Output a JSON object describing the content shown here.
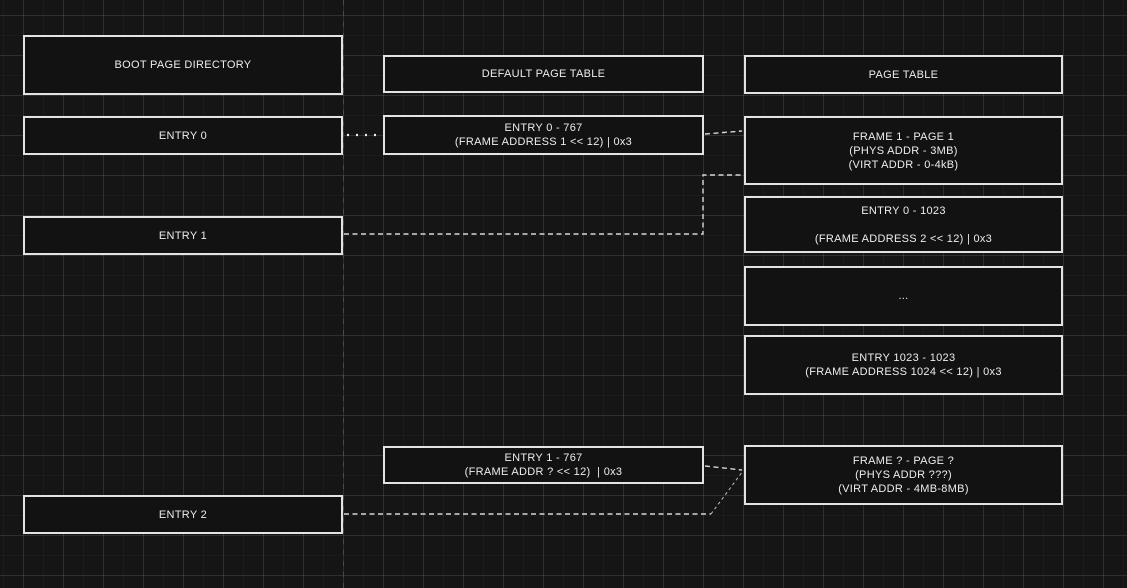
{
  "colors": {
    "background": "#151515",
    "grid_minor": "#1c1c1c",
    "grid_major": "#2c2c2c",
    "box_fill": "#121212",
    "box_border": "#e3e3e3",
    "text": "#ededed",
    "connector": "#d6d6d6",
    "guide_line": "#4a4a4a"
  },
  "diagram": {
    "boot_directory": {
      "title": "BOOT PAGE DIRECTORY",
      "entry0": "ENTRY 0",
      "entry1": "ENTRY 1",
      "entry2": "ENTRY 2"
    },
    "default_page_table": {
      "title": "DEFAULT PAGE TABLE",
      "entry0": {
        "line1": "ENTRY 0 - 767",
        "line2": "(FRAME ADDRESS 1 << 12) | 0x3"
      },
      "entry1": {
        "line1": "ENTRY 1 - 767",
        "line2": "(FRAME ADDR ? << 12)  | 0x3"
      }
    },
    "page_table": {
      "title": "PAGE TABLE",
      "frame1": {
        "line1": "FRAME 1 - PAGE 1",
        "line2": "(PHYS ADDR - 3MB)",
        "line3": "(VIRT ADDR - 0-4kB)"
      },
      "entry0": {
        "line1": "ENTRY 0 - 1023",
        "line2": "",
        "line3": "(FRAME ADDRESS 2 << 12) | 0x3"
      },
      "ellipsis": "...",
      "entry1023": {
        "line1": "ENTRY 1023 - 1023",
        "line2": "(FRAME ADDRESS 1024 << 12) | 0x3"
      },
      "frame_q": {
        "line1": "FRAME ? - PAGE ?",
        "line2": "(PHYS ADDR ???)",
        "line3": "(VIRT ADDR - 4MB-8MB)"
      }
    }
  }
}
